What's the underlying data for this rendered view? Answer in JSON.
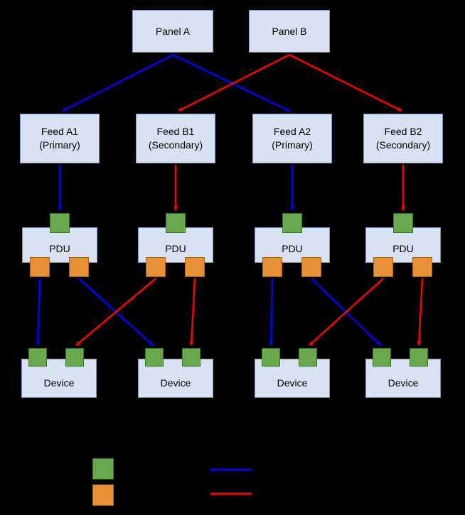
{
  "diagram": {
    "panels": [
      {
        "label": "Panel A"
      },
      {
        "label": "Panel B"
      }
    ],
    "feeds": [
      {
        "name": "Feed A1",
        "role": "(Primary)"
      },
      {
        "name": "Feed B1",
        "role": "(Secondary)"
      },
      {
        "name": "Feed A2",
        "role": "(Primary)"
      },
      {
        "name": "Feed B2",
        "role": "(Secondary)"
      }
    ],
    "pdus": [
      {
        "label": "PDU"
      },
      {
        "label": "PDU"
      },
      {
        "label": "PDU"
      },
      {
        "label": "PDU"
      }
    ],
    "devices": [
      {
        "label": "Device"
      },
      {
        "label": "Device"
      },
      {
        "label": "Device"
      },
      {
        "label": "Device"
      }
    ],
    "legend": {
      "input_port_swatch": "green-square",
      "output_port_swatch": "orange-square",
      "primary_path_swatch": "blue-line",
      "secondary_path_swatch": "red-line"
    },
    "colors": {
      "background": "#000000",
      "box_fill": "#d9e2f3",
      "box_border": "#8296c6",
      "input_port": "#6aa84f",
      "input_port_border": "#38761d",
      "output_port": "#e69138",
      "output_port_border": "#b45f06",
      "primary_path": "#0000ff",
      "secondary_path": "#ff0000"
    }
  }
}
